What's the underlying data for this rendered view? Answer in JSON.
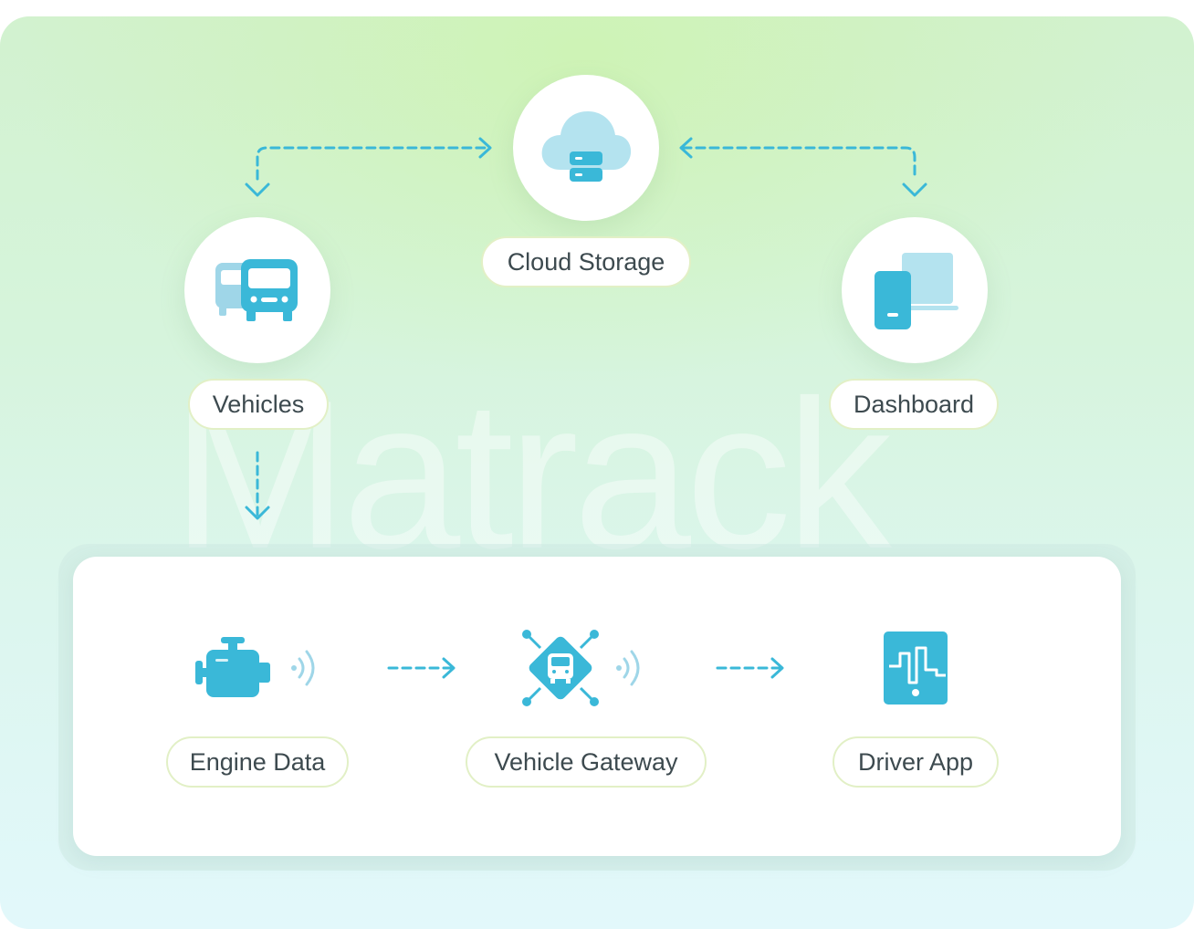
{
  "watermark": "Matrack",
  "nodes": {
    "cloud_storage": "Cloud Storage",
    "vehicles": "Vehicles",
    "dashboard": "Dashboard",
    "engine_data": "Engine Data",
    "vehicle_gateway": "Vehicle Gateway",
    "driver_app": "Driver App"
  },
  "icons": {
    "cloud_storage": "cloud-server-icon",
    "vehicles": "bus-icon",
    "dashboard": "devices-icon",
    "engine_data": "engine-icon",
    "vehicle_gateway": "gateway-chip-icon",
    "driver_app": "tablet-pulse-icon",
    "signal": "wireless-signal-icon"
  },
  "colors": {
    "accent": "#3ab8d8",
    "accent_light": "#b4e3ef",
    "label_text": "#3d4a4f",
    "pill_border": "#e2f0c6"
  }
}
